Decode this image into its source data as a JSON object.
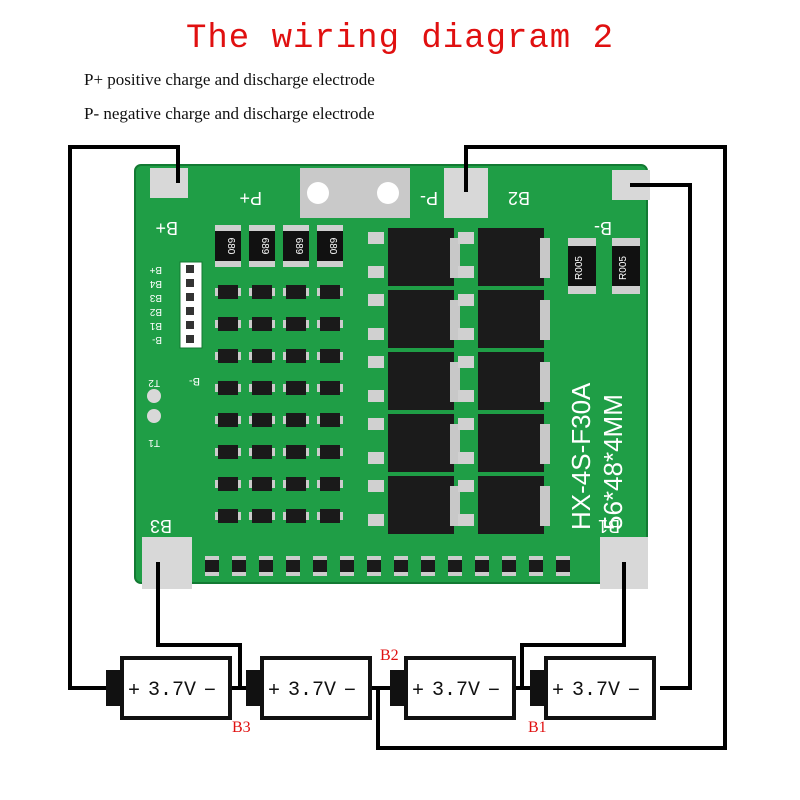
{
  "title": "The wiring diagram 2",
  "legend": {
    "p_plus": "P+ positive charge and discharge electrode",
    "p_minus": "P- negative charge and discharge electrode"
  },
  "board": {
    "label_b_plus": "B+",
    "label_p_plus": "P+",
    "label_p_minus": "P-",
    "label_b2": "B2",
    "label_b_minus": "B-",
    "label_b3": "B3",
    "label_b1": "B1",
    "model": "HX-4S-F30A",
    "size": "56*48*4MM",
    "connector_labels": [
      "B+",
      "B4",
      "B3",
      "B2",
      "B1",
      "B-"
    ],
    "label_b_minus_small": "B-",
    "label_t2": "T2",
    "label_t1": "T1",
    "resistor_top": [
      "680",
      "689",
      "689",
      "680"
    ],
    "resistor_right": [
      "R005",
      "R005"
    ]
  },
  "batteries": [
    {
      "plus": "+",
      "voltage": "3.7V",
      "minus": "−"
    },
    {
      "plus": "+",
      "voltage": "3.7V",
      "minus": "−"
    },
    {
      "plus": "+",
      "voltage": "3.7V",
      "minus": "−"
    },
    {
      "plus": "+",
      "voltage": "3.7V",
      "minus": "−"
    }
  ],
  "node_labels": {
    "b3": "B3",
    "b2": "B2",
    "b1": "B1"
  },
  "colors": {
    "title": "#e01010",
    "pcb": "#1f9e46",
    "pad": "#d8d8d8",
    "wire": "#000000",
    "node_label": "#e01010"
  }
}
